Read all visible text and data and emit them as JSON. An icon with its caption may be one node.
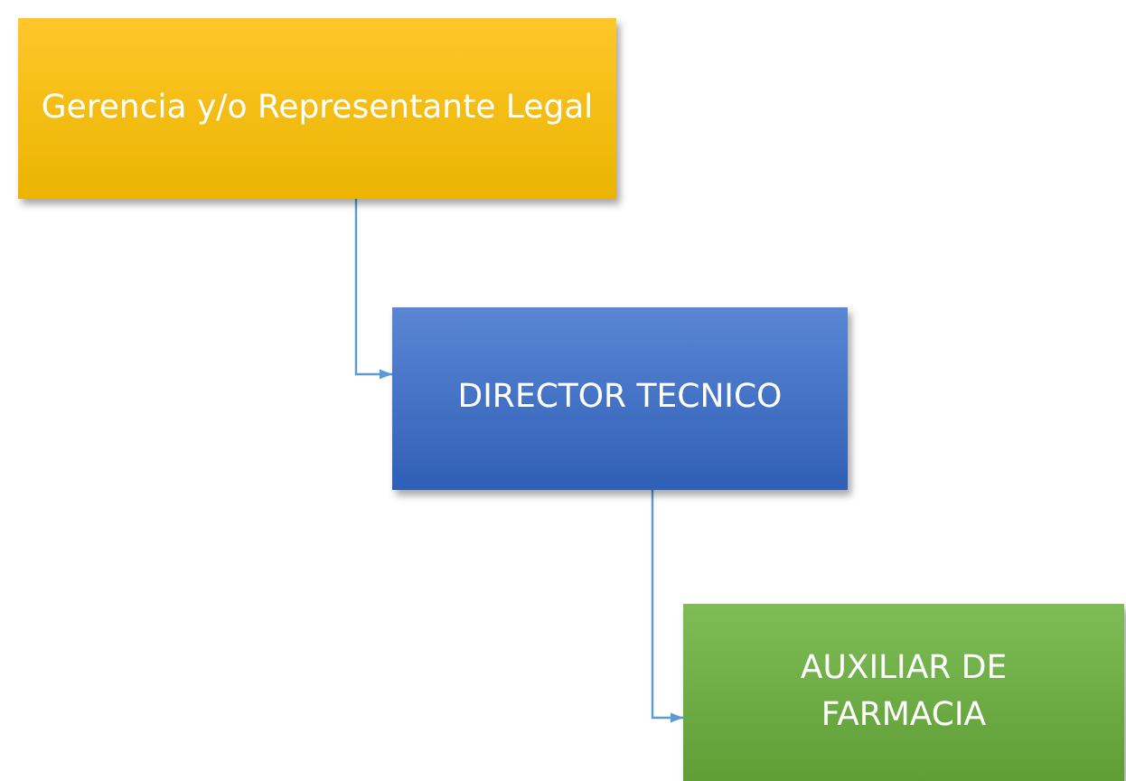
{
  "diagram": {
    "nodes": [
      {
        "text": [
          "Gerencia y/o Representante Legal"
        ]
      },
      {
        "text": [
          "DIRECTOR TECNICO"
        ]
      },
      {
        "text": [
          "AUXILIAR DE FARMACIA"
        ]
      }
    ],
    "edges": [
      {
        "from": 0,
        "to": 1,
        "arrow": "to"
      },
      {
        "from": 1,
        "to": 2,
        "arrow": "to"
      }
    ]
  }
}
